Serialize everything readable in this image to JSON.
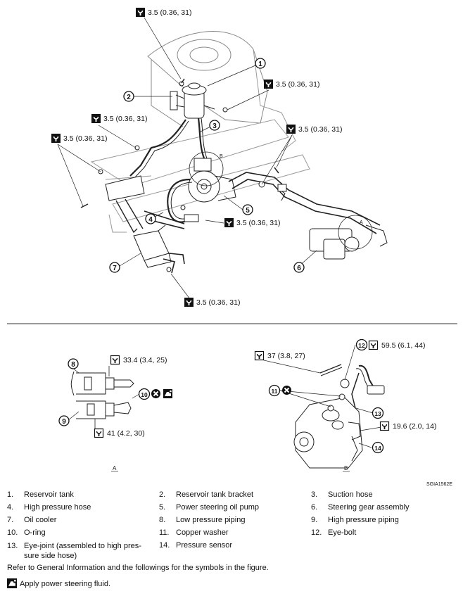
{
  "torques": {
    "t_top": "3.5 (0.36, 31)",
    "t_res_right": "3.5 (0.36, 31)",
    "t_mid_left": "3.5 (0.36, 31)",
    "t_far_left": "3.5 (0.36, 31)",
    "t_right": "3.5 (0.36, 31)",
    "t_pump": "3.5 (0.36, 31)",
    "t_bottom": "3.5 (0.36, 31)",
    "a_upper": "33.4 (3.4, 25)",
    "a_lower": "41 (4.2, 30)",
    "b_bolt": "37 (3.8, 27)",
    "b_eyebolt": "59.5 (6.1, 44)",
    "b_sensor": "19.6 (2.0, 14)"
  },
  "callouts": [
    "1",
    "2",
    "3",
    "4",
    "5",
    "6",
    "7",
    "8",
    "9",
    "10",
    "11",
    "12",
    "13",
    "14"
  ],
  "view_labels": {
    "a": "A",
    "b": "B",
    "detail_a": "A",
    "detail_b": "B"
  },
  "figure_code": "SGIA1562E",
  "parts": [
    {
      "num": "1.",
      "name": "Reservoir tank"
    },
    {
      "num": "2.",
      "name": "Reservoir tank bracket"
    },
    {
      "num": "3.",
      "name": "Suction hose"
    },
    {
      "num": "4.",
      "name": "High pressure hose"
    },
    {
      "num": "5.",
      "name": "Power steering oil pump"
    },
    {
      "num": "6.",
      "name": "Steering gear assembly"
    },
    {
      "num": "7.",
      "name": "Oil cooler"
    },
    {
      "num": "8.",
      "name": "Low pressure piping"
    },
    {
      "num": "9.",
      "name": "High pressure piping"
    },
    {
      "num": "10.",
      "name": "O-ring"
    },
    {
      "num": "11.",
      "name": "Copper washer"
    },
    {
      "num": "12.",
      "name": "Eye-bolt"
    },
    {
      "num": "13.",
      "name": "Eye-joint (assembled to high pres-\nsure side hose)"
    },
    {
      "num": "14.",
      "name": "Pressure sensor"
    }
  ],
  "notes": {
    "refer": "Refer to  General Information  and the followings for the symbols in the figure.",
    "apply": "Apply power steering fluid."
  }
}
